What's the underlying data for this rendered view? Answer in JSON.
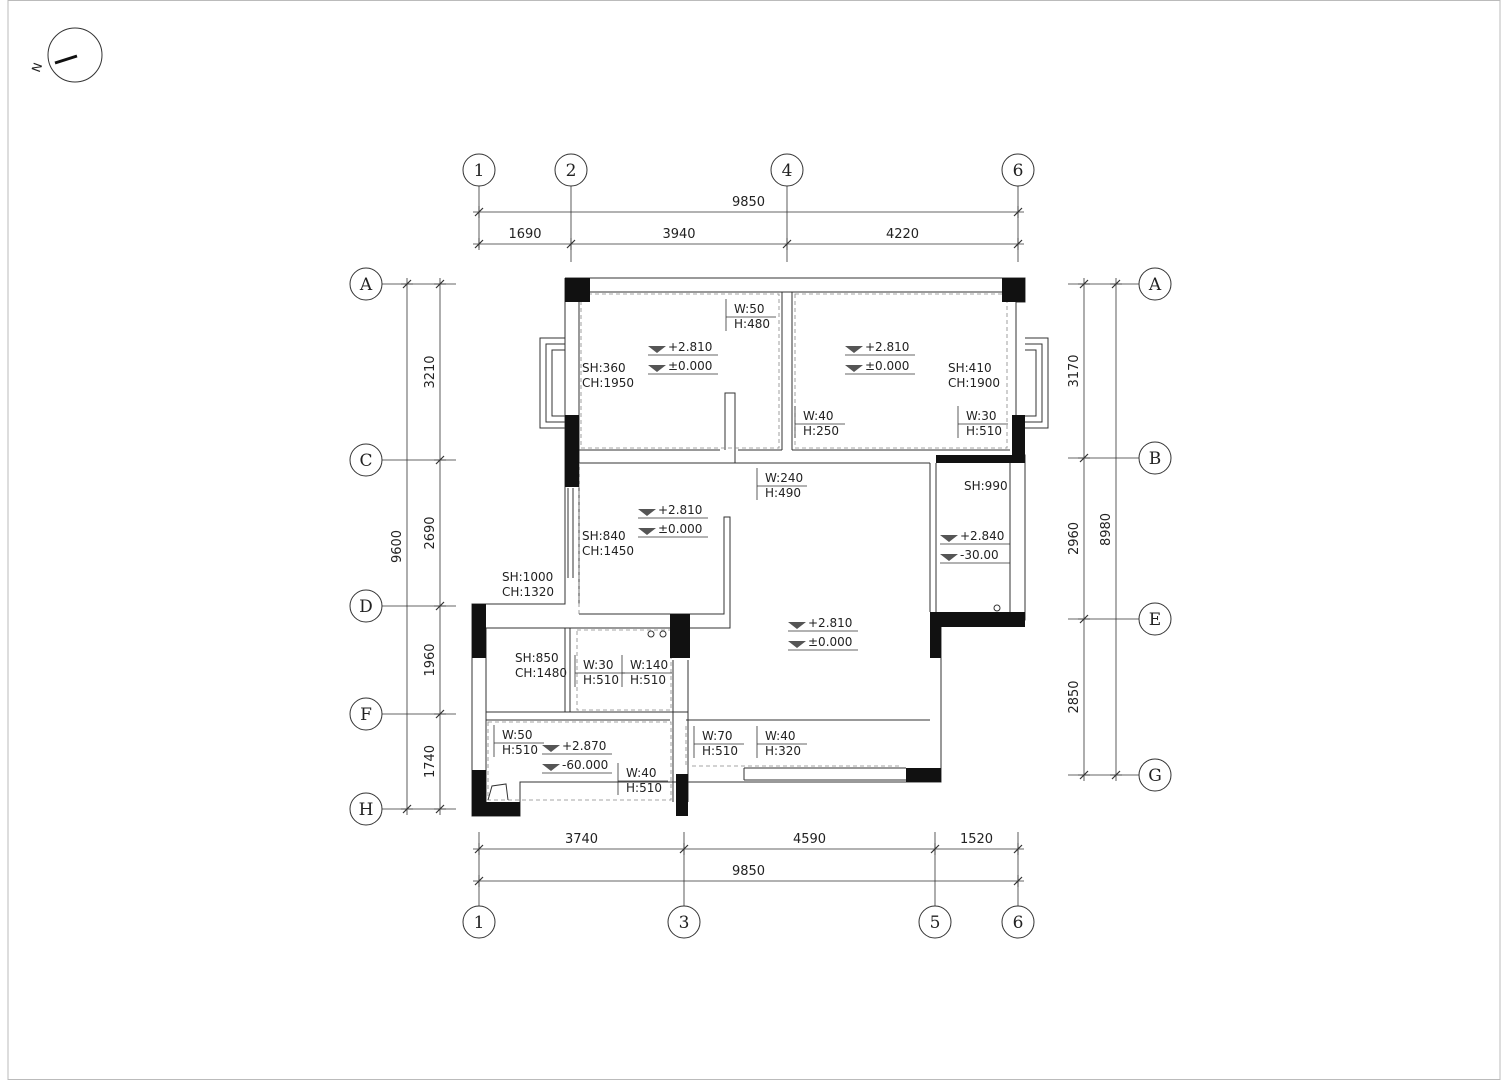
{
  "colors": {
    "line": "#333333",
    "wall": "#111111",
    "marker": "#555555",
    "background": "#ffffff"
  },
  "north_label": "N",
  "axes": {
    "top": [
      "1",
      "2",
      "4",
      "6"
    ],
    "bottom": [
      "1",
      "3",
      "5",
      "6"
    ],
    "left": [
      "A",
      "C",
      "D",
      "F",
      "H"
    ],
    "right": [
      "A",
      "B",
      "E",
      "G"
    ]
  },
  "dimensions": {
    "top_total": "9850",
    "top_segments": [
      "1690",
      "3940",
      "4220"
    ],
    "bottom_segments": [
      "3740",
      "4590",
      "1520"
    ],
    "bottom_total": "9850",
    "left_total": "9600",
    "left_segments": [
      "3210",
      "2690",
      "1960",
      "1740"
    ],
    "right_segments": [
      "3170",
      "2960",
      "2850"
    ],
    "right_total": "8980"
  },
  "annotations": [
    {
      "id": "w50-h480",
      "lines": [
        "W:50",
        "H:480"
      ]
    },
    {
      "id": "sh360",
      "lines": [
        "SH:360",
        "CH:1950"
      ]
    },
    {
      "id": "sh410",
      "lines": [
        "SH:410",
        "CH:1900"
      ]
    },
    {
      "id": "w40-h250",
      "lines": [
        "W:40",
        "H:250"
      ]
    },
    {
      "id": "w30-h510-a",
      "lines": [
        "W:30",
        "H:510"
      ]
    },
    {
      "id": "w240-h490",
      "lines": [
        "W:240",
        "H:490"
      ]
    },
    {
      "id": "sh990",
      "lines": [
        "SH:990"
      ]
    },
    {
      "id": "sh840",
      "lines": [
        "SH:840",
        "CH:1450"
      ]
    },
    {
      "id": "sh1000",
      "lines": [
        "SH:1000",
        "CH:1320"
      ]
    },
    {
      "id": "sh850",
      "lines": [
        "SH:850",
        "CH:1480"
      ]
    },
    {
      "id": "w30-h510-b",
      "lines": [
        "W:30",
        "H:510"
      ]
    },
    {
      "id": "w140-h510",
      "lines": [
        "W:140",
        "H:510"
      ]
    },
    {
      "id": "w50-h510",
      "lines": [
        "W:50",
        "H:510"
      ]
    },
    {
      "id": "w70-h510",
      "lines": [
        "W:70",
        "H:510"
      ]
    },
    {
      "id": "w40-h320",
      "lines": [
        "W:40",
        "H:320"
      ]
    },
    {
      "id": "w40-h510",
      "lines": [
        "W:40",
        "H:510"
      ]
    }
  ],
  "levels": [
    {
      "id": "bedroom-1",
      "top": "+2.810",
      "bottom": "±0.000"
    },
    {
      "id": "bedroom-2",
      "top": "+2.810",
      "bottom": "±0.000"
    },
    {
      "id": "bedroom-3",
      "top": "+2.810",
      "bottom": "±0.000"
    },
    {
      "id": "balcony",
      "top": "+2.840",
      "bottom": "-30.00"
    },
    {
      "id": "living",
      "top": "+2.810",
      "bottom": "±0.000"
    },
    {
      "id": "bathroom",
      "top": "+2.870",
      "bottom": "-60.000"
    }
  ]
}
